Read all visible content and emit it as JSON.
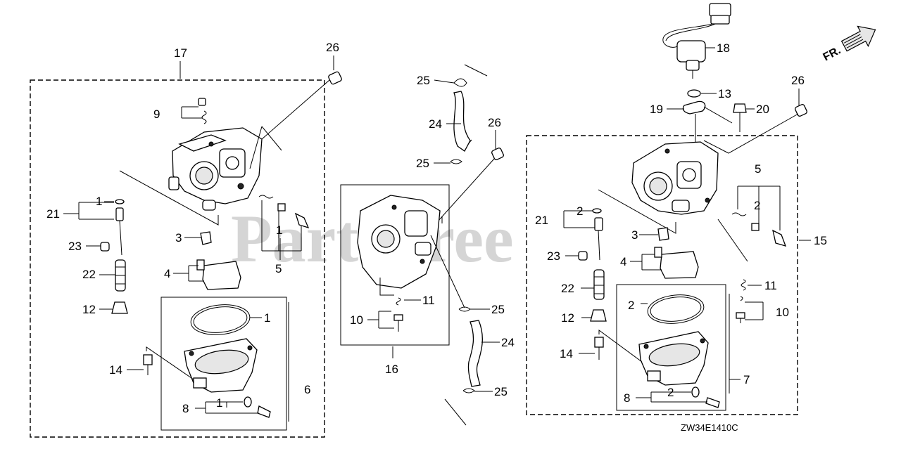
{
  "watermark": "PartsTree",
  "drawing_code": "ZW34E1410C",
  "direction_label": "FR.",
  "callouts": {
    "c17": "17",
    "c26a": "26",
    "c9": "9",
    "c1a": "1",
    "c21a": "21",
    "c23a": "23",
    "c22a": "22",
    "c12a": "12",
    "c3a": "3",
    "c4a": "4",
    "c1b": "1",
    "c5a": "5",
    "c1c": "1",
    "c6": "6",
    "c14a": "14",
    "c8a": "8",
    "c1d": "1",
    "c25a": "25",
    "c24a": "24",
    "c26b": "26",
    "c25b": "25",
    "c11a": "11",
    "c10a": "10",
    "c16": "16",
    "c25c": "25",
    "c24b": "24",
    "c25d": "25",
    "c18": "18",
    "c13": "13",
    "c19": "19",
    "c20": "20",
    "c26c": "26",
    "c5b": "5",
    "c2a": "2",
    "c21b": "21",
    "c2b": "2",
    "c3b": "3",
    "c15": "15",
    "c23b": "23",
    "c4b": "4",
    "c11b": "11",
    "c22b": "22",
    "c2c": "2",
    "c12b": "12",
    "c10b": "10",
    "c14b": "14",
    "c7": "7",
    "c8b": "8",
    "c2d": "2"
  }
}
